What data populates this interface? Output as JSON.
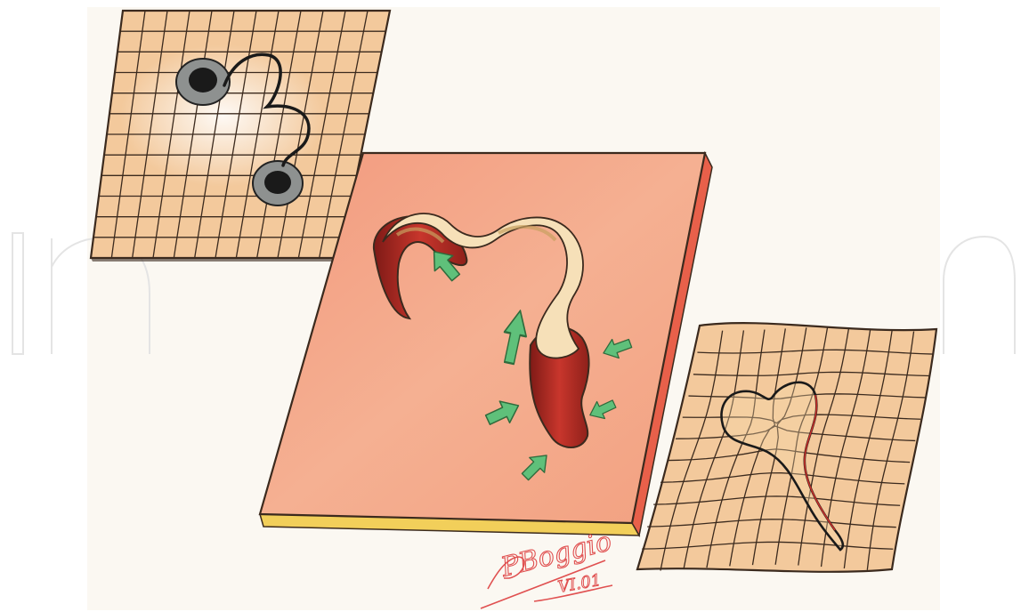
{
  "watermark": {
    "text": "In"
  },
  "signature": {
    "name": "PBoggio",
    "date": "VI.01"
  },
  "colors": {
    "paper": "#fbf8f2",
    "grid_fill": "#f3c99c",
    "grid_line": "#3b2a1e",
    "skin_top": "#f4a888",
    "skin_side": "#e8604a",
    "skin_bottom": "#f2cf5a",
    "wound_red": "#b4302a",
    "arrow_green": "#5fc07a",
    "watermark": "#e4e4e4",
    "signature": "#e05050"
  },
  "icons": [
    "flat-grid-with-two-circles",
    "skin-slab-with-curved-incision",
    "distorted-grid-with-flap",
    "green-arrow"
  ]
}
